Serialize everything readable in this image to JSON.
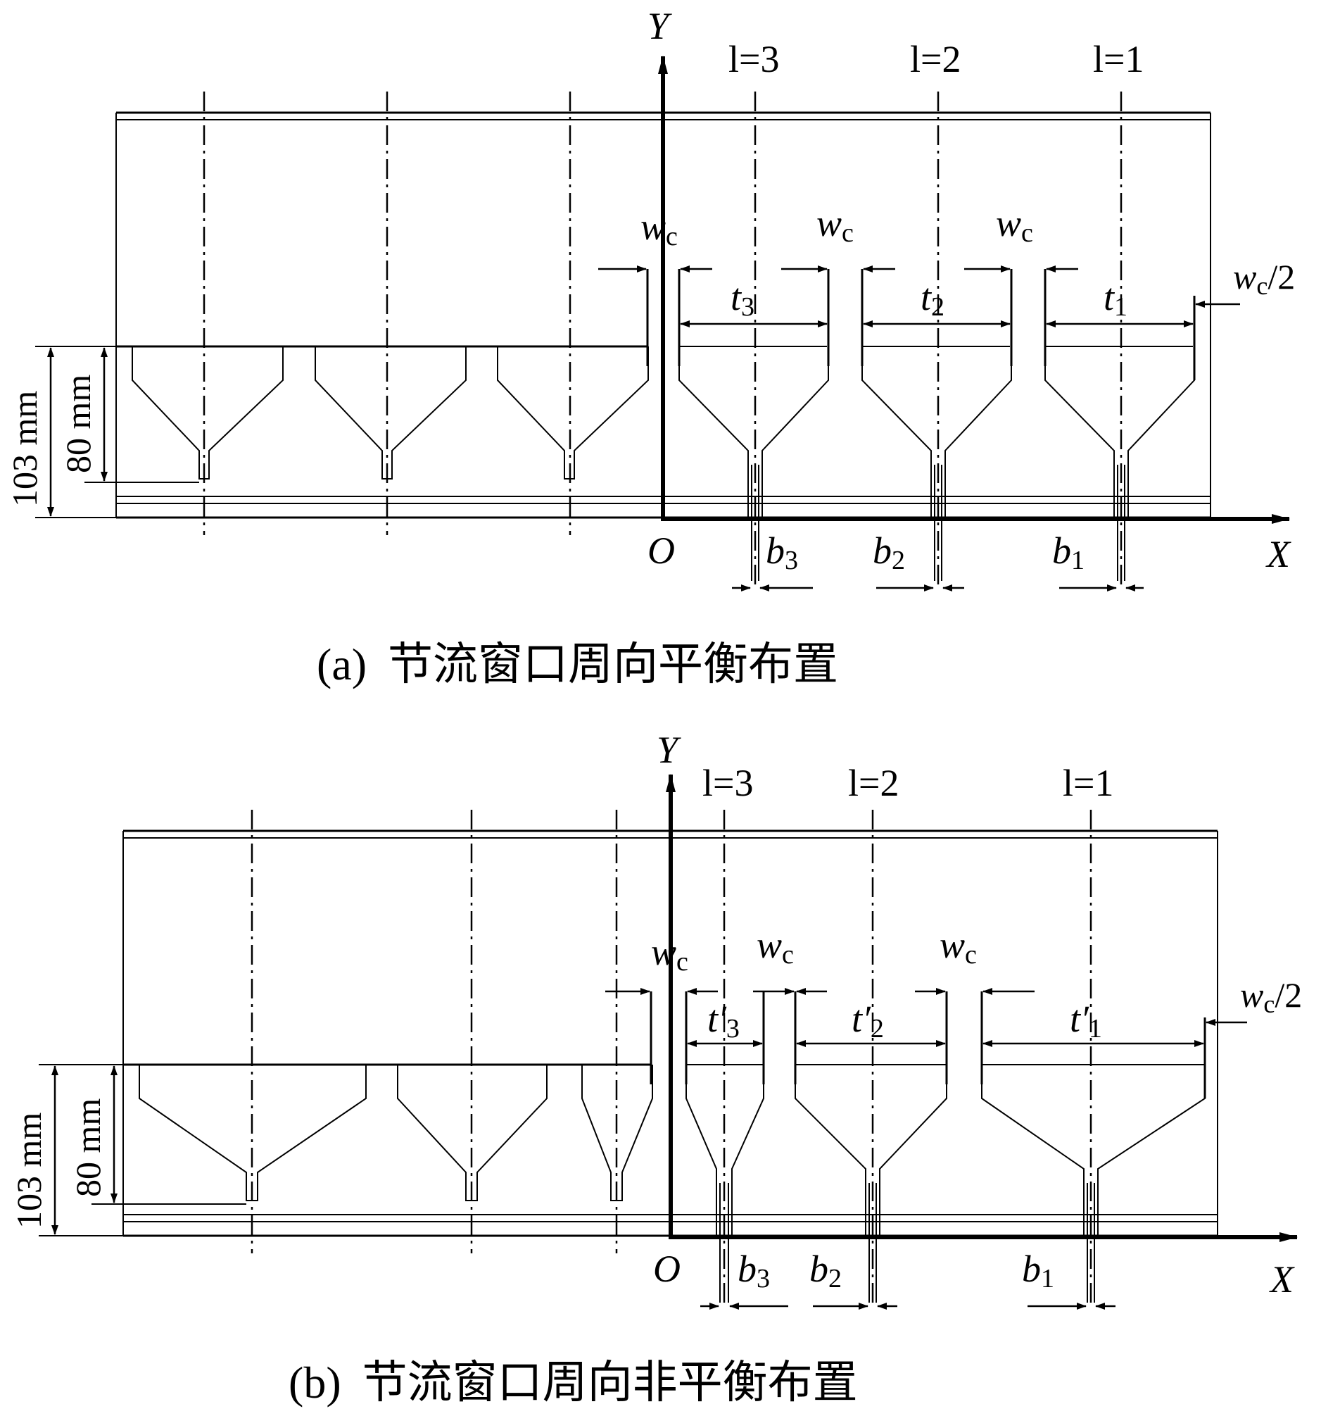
{
  "panel_a": {
    "caption_prefix": "(a)",
    "caption": "节流窗口周向平衡布置",
    "y_axis": "Y",
    "x_axis": "X",
    "origin": "O",
    "l3": "l=3",
    "l2": "l=2",
    "l1": "l=1",
    "wc": "w",
    "wc_sub": "c",
    "wc_half_tail": "/2",
    "t3": "t",
    "t3_sub": "3",
    "t2": "t",
    "t2_sub": "2",
    "t1": "t",
    "t1_sub": "1",
    "b3": "b",
    "b3_sub": "3",
    "b2": "b",
    "b2_sub": "2",
    "b1": "b",
    "b1_sub": "1",
    "dim_103": "103 mm",
    "dim_80": "80 mm"
  },
  "panel_b": {
    "caption_prefix": "(b)",
    "caption": "节流窗口周向非平衡布置",
    "y_axis": "Y",
    "x_axis": "X",
    "origin": "O",
    "l3": "l=3",
    "l2": "l=2",
    "l1": "l=1",
    "wc": "w",
    "wc_sub": "c",
    "wc_half_tail": "/2",
    "t3": "t′",
    "t3_sub": "3",
    "t2": "t′",
    "t2_sub": "2",
    "t1": "t′",
    "t1_sub": "1",
    "b3": "b",
    "b3_sub": "3",
    "b2": "b",
    "b2_sub": "2",
    "b1": "b",
    "b1_sub": "1",
    "dim_103": "103 mm",
    "dim_80": "80 mm"
  }
}
